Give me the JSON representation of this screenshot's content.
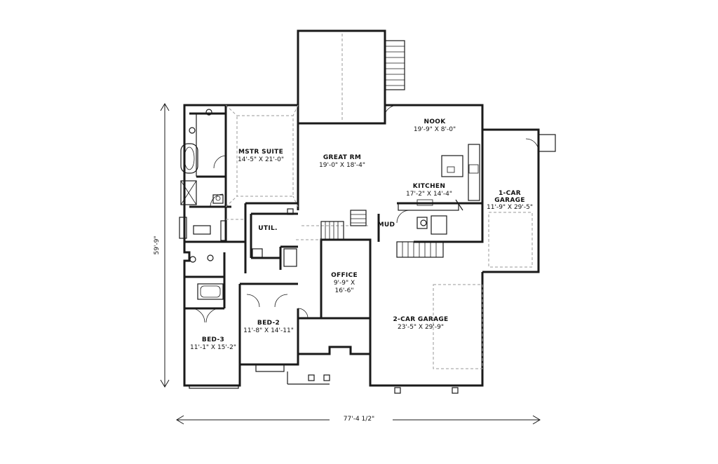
{
  "rooms": {
    "mstr_suite": {
      "name": "MSTR SUITE",
      "size": "14'-5\" X 21'-0\""
    },
    "great_rm": {
      "name": "GREAT RM",
      "size": "19'-0\" X 18'-4\""
    },
    "nook": {
      "name": "NOOK",
      "size": "19'-9\" X 8'-0\""
    },
    "kitchen": {
      "name": "KITCHEN",
      "size": "17'-2\" X 14'-4\""
    },
    "one_car_garage": {
      "name_line1": "1-CAR",
      "name_line2": "GARAGE",
      "size": "11'-9\" X 29'-5\""
    },
    "util": {
      "name": "UTIL."
    },
    "mud": {
      "name": "MUD"
    },
    "office": {
      "name": "OFFICE",
      "size_line1": "9'-9\" X",
      "size_line2": "16'-6\""
    },
    "bed2": {
      "name": "BED-2",
      "size": "11'-8\" X 14'-11\""
    },
    "bed3": {
      "name": "BED-3",
      "size": "11'-1\" X 15'-2\""
    },
    "two_car_garage": {
      "name": "2-CAR GARAGE",
      "size": "23'-5\" X 29'-9\""
    }
  },
  "dimensions": {
    "overall_width": "77'-4 1/2\"",
    "overall_depth": "59'-9\""
  }
}
